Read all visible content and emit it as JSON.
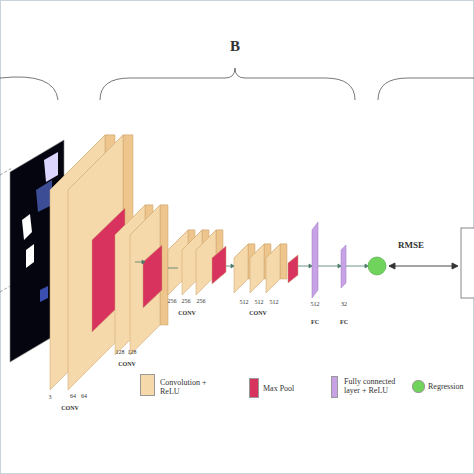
{
  "diagram": {
    "labels": [
      "B",
      "3",
      "64",
      "64",
      "CONV",
      "128",
      "128",
      "CONV",
      "256",
      "256",
      "256",
      "CONV",
      "512",
      "512",
      "512",
      "CONV",
      "512",
      "FC",
      "32",
      "FC",
      "RMSE"
    ],
    "legend": [
      {
        "text": "Convolution + ReLU",
        "color": "#f6d9ab"
      },
      {
        "text": "Max Pool",
        "color": "#d8325f"
      },
      {
        "text": "Fully connected layer + ReLU",
        "color": "#c7a3e6"
      },
      {
        "text": "Regression",
        "color": "#6fd35c"
      }
    ]
  }
}
